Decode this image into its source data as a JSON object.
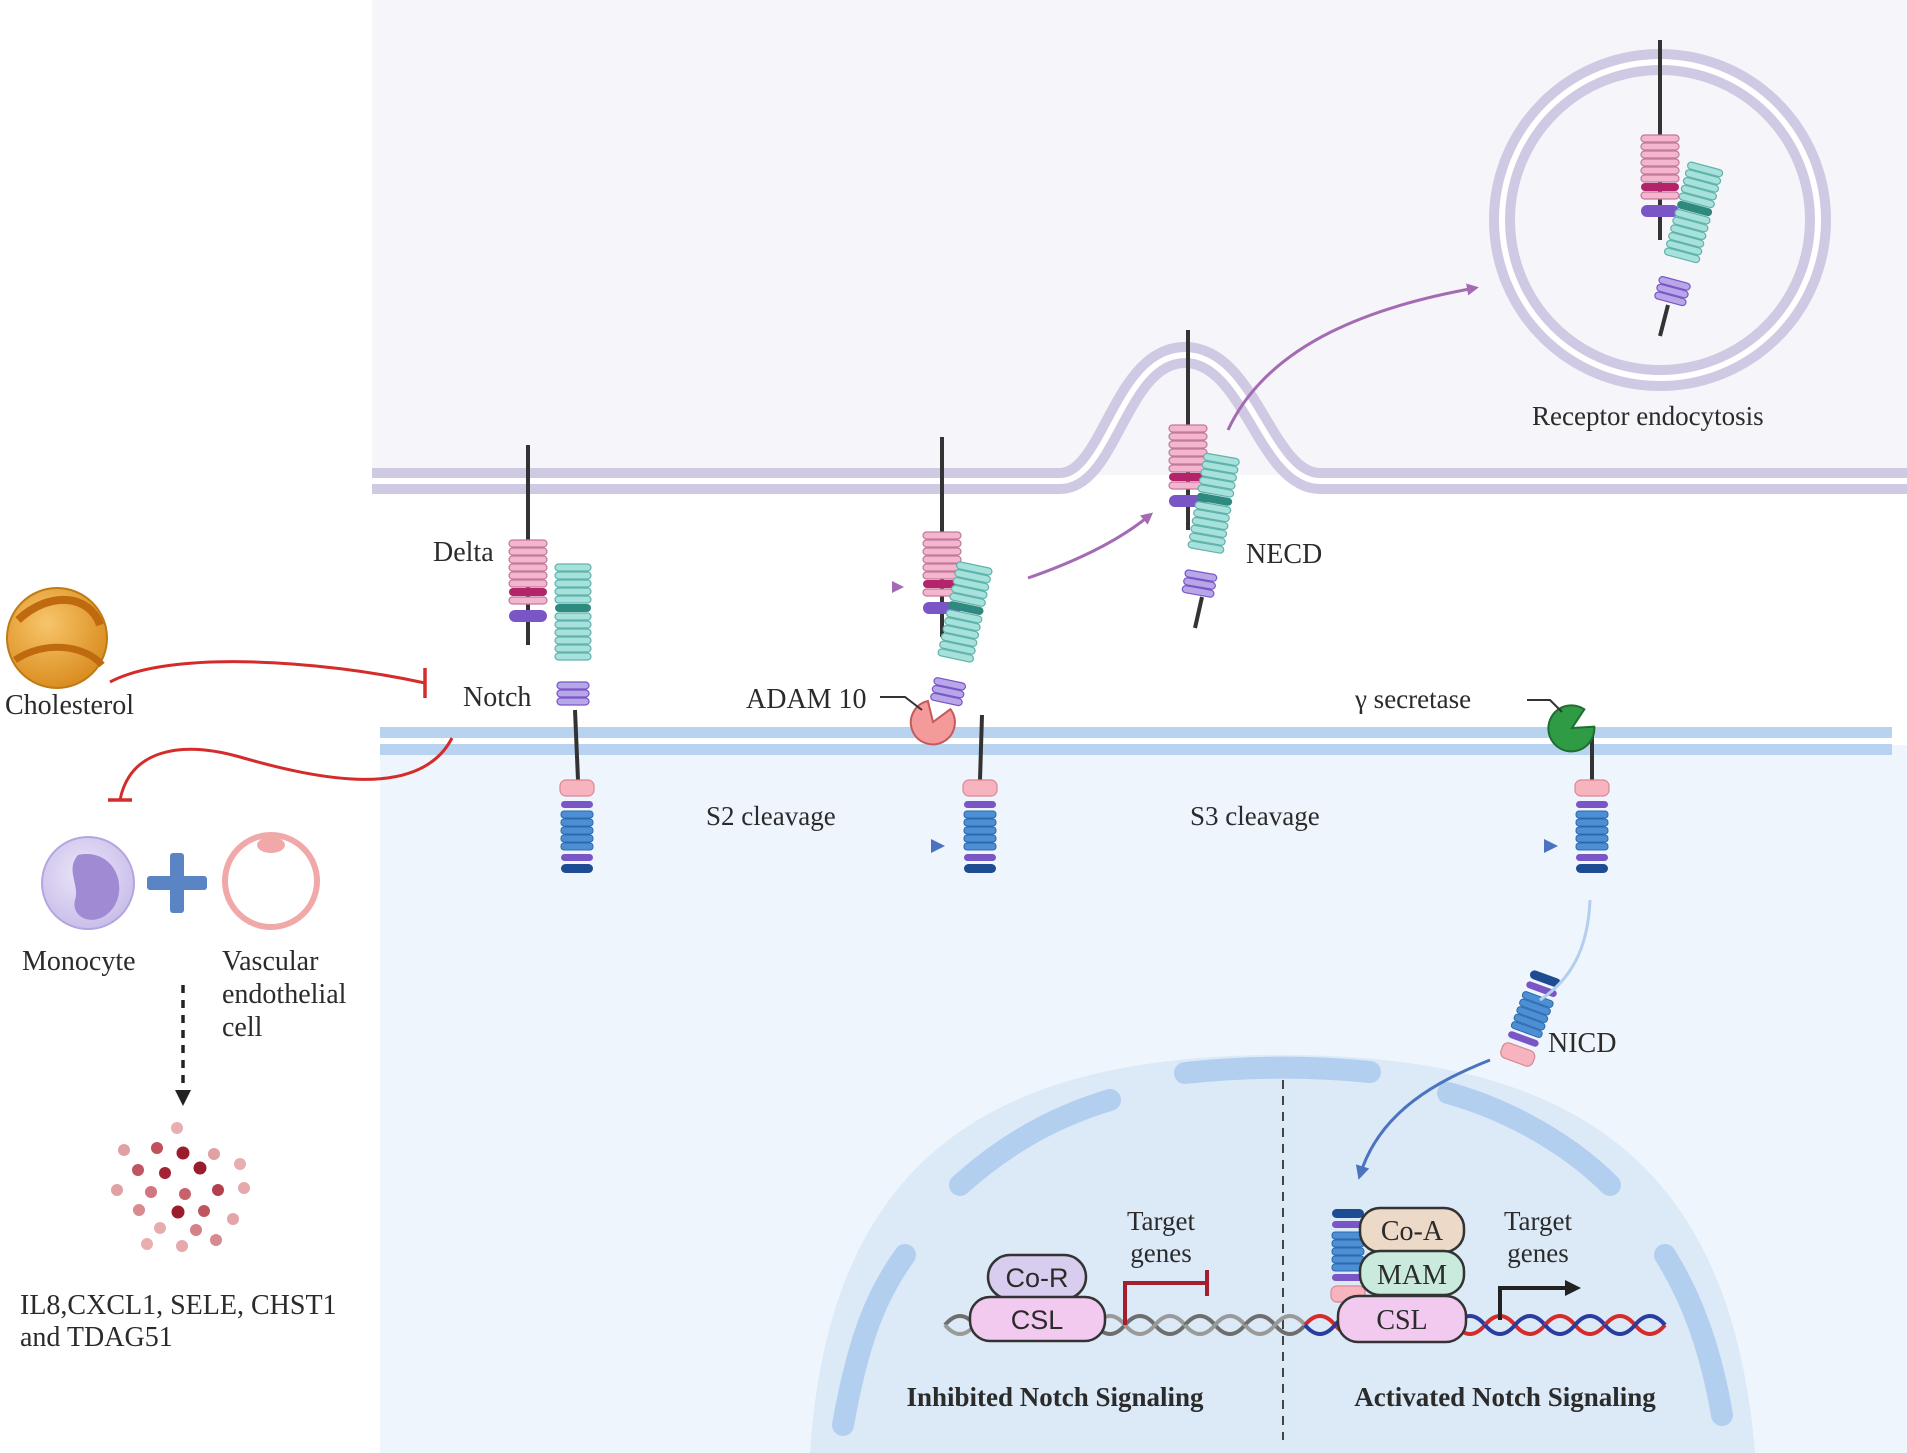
{
  "labels": {
    "delta": "Delta",
    "notch": "Notch",
    "cholesterol": "Cholesterol",
    "adam10": "ADAM 10",
    "gamma_secretase": "γ secretase",
    "necd": "NECD",
    "receptor_endocytosis": "Receptor endocytosis",
    "s2_cleavage": "S2 cleavage",
    "s3_cleavage": "S3 cleavage",
    "nicd": "NICD",
    "monocyte": "Monocyte",
    "vascular_line1": "Vascular",
    "vascular_line2": "endothelial",
    "vascular_line3": "cell",
    "cytokines_line1": "IL8,CXCL1, SELE, CHST1",
    "cytokines_line2": "and TDAG51",
    "co_r": "Co-R",
    "csl_inhibited": "CSL",
    "target_inhibited_1": "Target",
    "target_inhibited_2": "genes",
    "co_a": "Co-A",
    "mam": "MAM",
    "csl_activated": "CSL",
    "target_activated_1": "Target",
    "target_activated_2": "genes",
    "inhibited_title": "Inhibited Notch Signaling",
    "activated_title": "Activated Notch Signaling"
  },
  "colors": {
    "membrane_top": "#cfc9e3",
    "membrane_bottom": "#b8d3ef",
    "cell_interior": "#eef5fc",
    "nucleus": "#dce9f7",
    "delta_pink": "#f4b6cf",
    "delta_magenta": "#b3246b",
    "notch_teal": "#a7e1dc",
    "notch_dark_teal": "#2e8a7f",
    "lilac": "#b7a6e8",
    "purple": "#7a55c6",
    "notch_blue": "#4d8fd4",
    "notch_navy": "#1d4c93",
    "salmon": "#f7b4be",
    "purple_arrow": "#a46bb3",
    "blue_arrow": "#4b73c0",
    "inhibit_red": "#d42b2b",
    "adam_pink": "#f59a9a",
    "gamma_green": "#2f9b45"
  }
}
